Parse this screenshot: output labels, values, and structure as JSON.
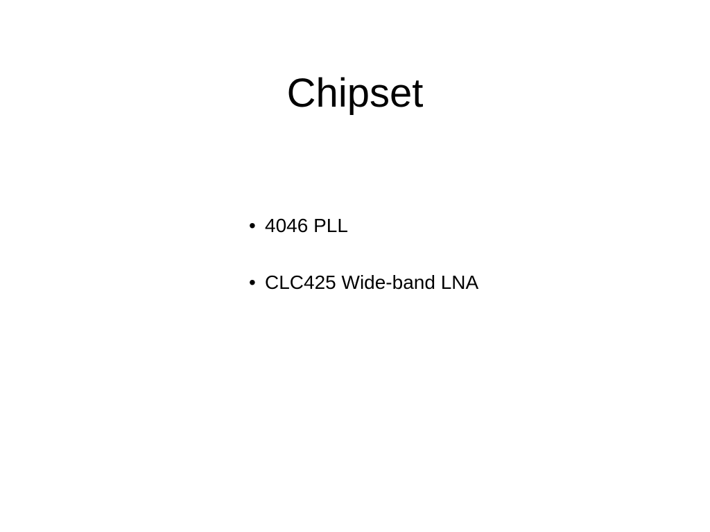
{
  "slide": {
    "title": "Chipset",
    "bullet_marker": "•",
    "bullets": [
      "4046 PLL",
      "CLC425 Wide-band LNA"
    ]
  },
  "colors": {
    "background": "#ffffff",
    "text": "#000000"
  }
}
